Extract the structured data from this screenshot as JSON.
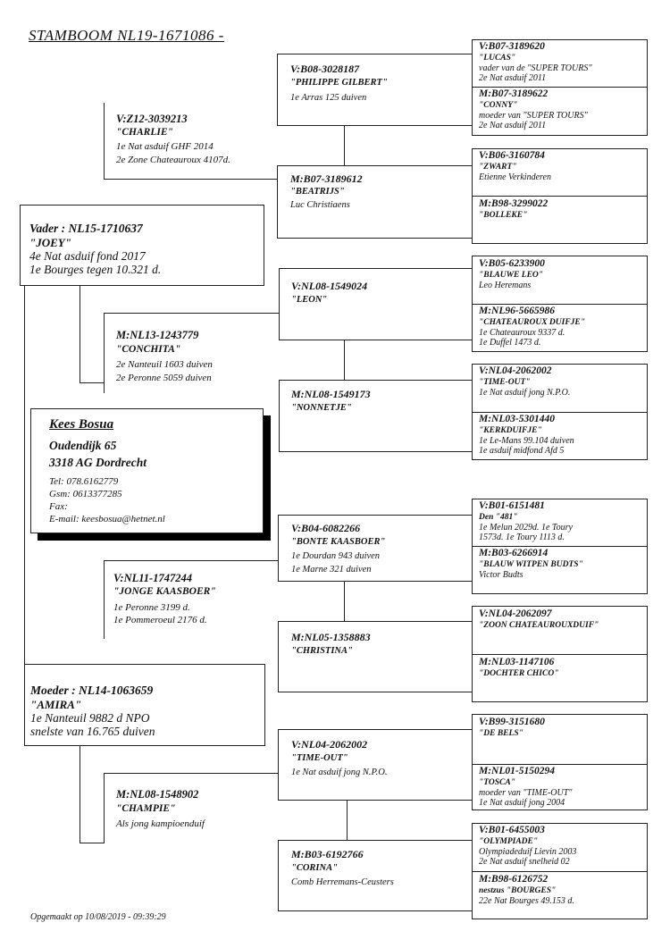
{
  "title": "STAMBOOM  NL19-1671086 -",
  "footer": "Opgemaakt op 10/08/2019 - 09:39:29",
  "owner": {
    "name": "Kees Bosua",
    "street": "Oudendijk 65",
    "city": "3318 AG Dordrecht",
    "tel": "Tel: 078.6162779",
    "gsm": "Gsm: 0613377285",
    "fax": "Fax:",
    "email": "E-mail: keesbosua@hetnet.nl"
  },
  "father": {
    "id": "Vader : NL15-1710637",
    "name": "\"JOEY\"",
    "info": [
      "4e Nat asduif fond 2017",
      "1e Bourges tegen 10.321 d."
    ]
  },
  "mother": {
    "id": "Moeder : NL14-1063659",
    "name": "\"AMIRA\"",
    "info": [
      "1e Nanteuil 9882 d NPO",
      "snelste van 16.765 duiven"
    ]
  },
  "gp": {
    "vv": {
      "id": "V:Z12-3039213",
      "name": "\"CHARLIE\"",
      "info": [
        "1e Nat asduif GHF 2014",
        "2e Zone Chateauroux 4107d."
      ]
    },
    "vm": {
      "id": "M:NL13-1243779",
      "name": "\"CONCHITA\"",
      "info": [
        "2e Nanteuil 1603 duiven",
        "2e Peronne  5059 duiven"
      ]
    },
    "mv": {
      "id": "V:NL11-1747244",
      "name": "\"JONGE KAASBOER\"",
      "info": [
        "1e Peronne 3199 d.",
        "1e Pommeroeul 2176 d."
      ]
    },
    "mm": {
      "id": "M:NL08-1548902",
      "name": "\"CHAMPIE\"",
      "info": [
        "Als jong kampioenduif"
      ]
    }
  },
  "ggp": {
    "vvv": {
      "id": "V:B08-3028187",
      "name": "\"PHILIPPE GILBERT\"",
      "info": [
        "1e Arras 125 duiven"
      ]
    },
    "vvm": {
      "id": "M:B07-3189612",
      "name": "\"BEATRIJS\"",
      "info": [
        "Luc Christiaens"
      ]
    },
    "vmv": {
      "id": "V:NL08-1549024",
      "name": "\"LEON\"",
      "info": []
    },
    "vmm": {
      "id": "M:NL08-1549173",
      "name": "\"NONNETJE\"",
      "info": []
    },
    "mvv": {
      "id": "V:B04-6082266",
      "name": "\"BONTE KAASBOER\"",
      "info": [
        "1e Dourdan 943 duiven",
        "1e Marne 321 duiven"
      ]
    },
    "mvm": {
      "id": "M:NL05-1358883",
      "name": "\"CHRISTINA\"",
      "info": []
    },
    "mmv": {
      "id": "V:NL04-2062002",
      "name": "\"TIME-OUT\"",
      "info": [
        "1e Nat asduif jong N.P.O."
      ]
    },
    "mmm": {
      "id": "M:B03-6192766",
      "name": "\"CORINA\"",
      "info": [
        "Comb Herremans-Ceusters"
      ]
    }
  },
  "gggp": [
    {
      "id": "V:B07-3189620",
      "name": "\"LUCAS\"",
      "info": [
        "vader van de \"SUPER TOURS\"",
        "2e Nat asduif 2011"
      ]
    },
    {
      "id": "M:B07-3189622",
      "name": "\"CONNY\"",
      "info": [
        "moeder van \"SUPER TOURS\"",
        "2e Nat asduif 2011"
      ]
    },
    {
      "id": "V:B06-3160784",
      "name": "\"ZWART\"",
      "info": [
        "Etienne Verkinderen"
      ]
    },
    {
      "id": "M:B98-3299022",
      "name": "\"BOLLEKE\"",
      "info": []
    },
    {
      "id": "V:B05-6233900",
      "name": "\"BLAUWE LEO\"",
      "info": [
        "Leo Heremans"
      ]
    },
    {
      "id": "M:NL96-5665986",
      "name": "\"CHATEAUROUX DUIFJE\"",
      "info": [
        "1e Chateauroux 9337 d.",
        "1e Duffel  1473 d."
      ]
    },
    {
      "id": "V:NL04-2062002",
      "name": "\"TIME-OUT\"",
      "info": [
        "1e Nat asduif jong N.P.O."
      ]
    },
    {
      "id": "M:NL03-5301440",
      "name": "\"KERKDUIFJE\"",
      "info": [
        "1e Le-Mans 99.104 duiven",
        "1e asduif midfond Afd 5"
      ]
    },
    {
      "id": "V:B01-6151481",
      "name": "Den \"481\"",
      "info": [
        "1e Melun 2029d.  1e Toury",
        "1573d.  1e Toury 1113 d."
      ]
    },
    {
      "id": "M:B03-6266914",
      "name": "\"BLAUW WITPEN BUDTS\"",
      "info": [
        "Victor Budts"
      ]
    },
    {
      "id": "V:NL04-2062097",
      "name": "\"ZOON CHATEAUROUXDUIF\"",
      "info": []
    },
    {
      "id": "M:NL03-1147106",
      "name": "\"DOCHTER CHICO\"",
      "info": []
    },
    {
      "id": "V:B99-3151680",
      "name": "\"DE BELS\"",
      "info": []
    },
    {
      "id": "M:NL01-5150294",
      "name": "\"TOSCA\"",
      "info": [
        "moeder van \"TIME-OUT\"",
        "1e Nat asduif jong 2004"
      ]
    },
    {
      "id": "V:B01-6455003",
      "name": "\"OLYMPIADE\"",
      "info": [
        "Olympiadeduif Lievin 2003",
        "2e Nat asduif snelheid 02"
      ]
    },
    {
      "id": "M:B98-6126752",
      "name": "nestzus \"BOURGES\"",
      "info": [
        "22e Nat Bourges 49.153 d."
      ]
    }
  ]
}
